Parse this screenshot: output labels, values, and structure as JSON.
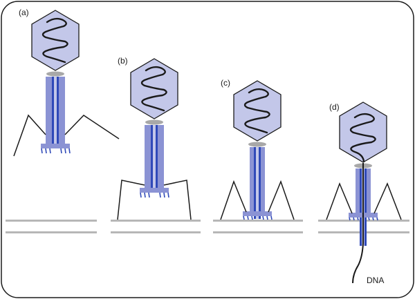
{
  "panels": [
    {
      "label": "(a)"
    },
    {
      "label": "(b)"
    },
    {
      "label": "(c)"
    },
    {
      "label": "(d)"
    }
  ],
  "dna_label": "DNA",
  "colors": {
    "head_fill": "#c3c7e9",
    "tail_sheath": "#8b93d4",
    "tail_core": "#2f49b8",
    "membrane": "#b7b7b7",
    "outline": "#1a1a1a",
    "collar": "#a8a8a8"
  }
}
